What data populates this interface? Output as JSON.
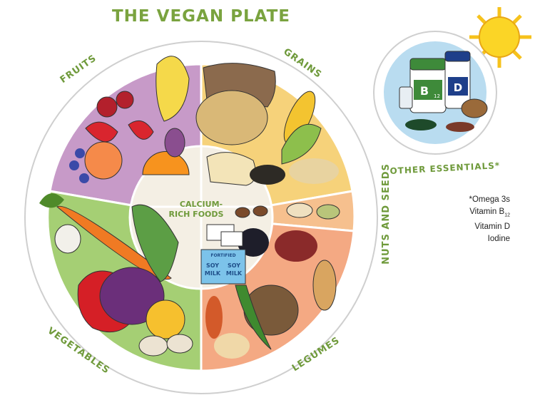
{
  "title": "THE VEGAN PLATE",
  "sections": {
    "fruits": "FRUITS",
    "grains": "GRAINS",
    "nuts_seeds": "NUTS AND SEEDS",
    "legumes": "LEGUMES",
    "vegetables": "VEGETABLES",
    "calcium_line1": "CALCIUM-",
    "calcium_line2": "RICH FOODS",
    "other_essentials": "OTHER ESSENTIALS*"
  },
  "carton": {
    "fortified": "FORTIFIED",
    "soy": "SOY",
    "milk": "MILK"
  },
  "bottles": {
    "b12": "B",
    "b12_sub": "12",
    "d": "D"
  },
  "notes": {
    "omega": "*Omega 3s",
    "vitamin_b": "Vitamin B",
    "vitamin_b_sub": "12",
    "vitamin_d": "Vitamin D",
    "iodine": "Iodine"
  },
  "colors": {
    "fruits": "#c79ac8",
    "grains": "#f6d27a",
    "nuts": "#f6c08e",
    "legumes": "#f4a983",
    "vegetables": "#a5cf74",
    "calcium": "#f4efe4",
    "label": "#6f9a3b"
  }
}
